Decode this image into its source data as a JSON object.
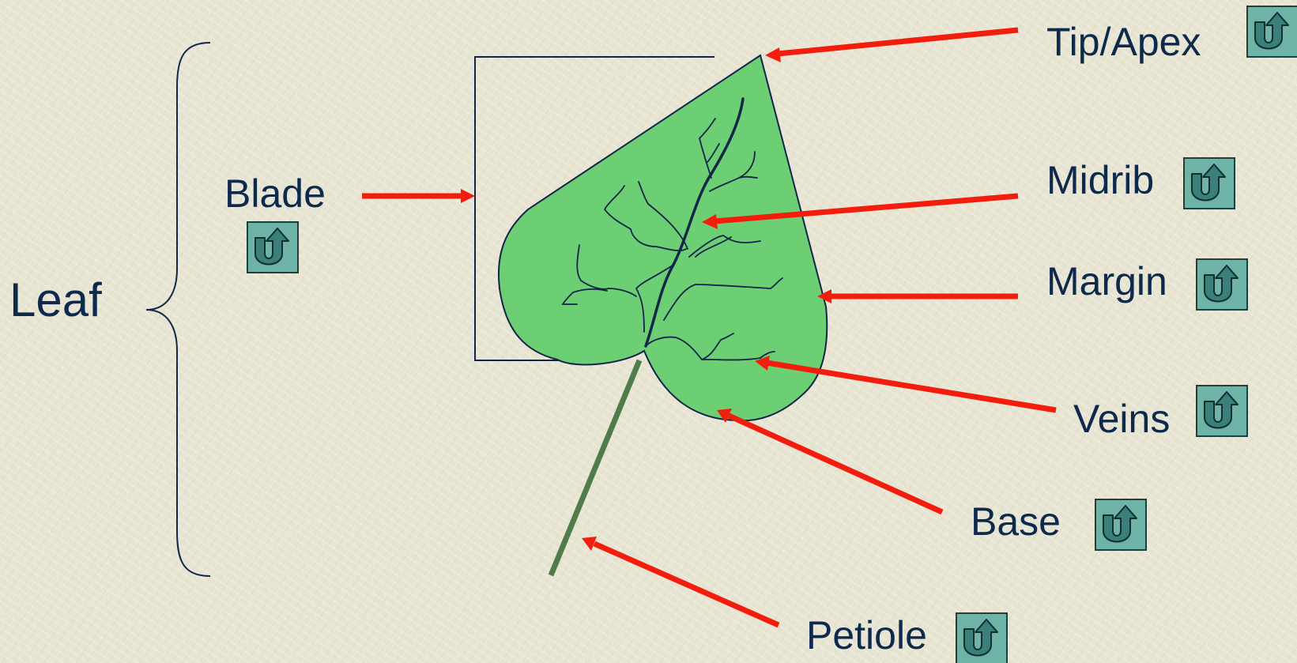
{
  "labels": {
    "leaf": "Leaf",
    "blade": "Blade",
    "tip": "Tip/Apex",
    "midrib": "Midrib",
    "margin": "Margin",
    "veins": "Veins",
    "base": "Base",
    "petiole": "Petiole"
  },
  "colors": {
    "arrow": "#f21d0d",
    "leaf_fill": "#6dcf74",
    "petiole": "#4e7d4a",
    "text": "#0d2a4d",
    "button": "#6fb2a6"
  },
  "icons": {
    "return_button": "u-turn-up-arrow-icon"
  }
}
